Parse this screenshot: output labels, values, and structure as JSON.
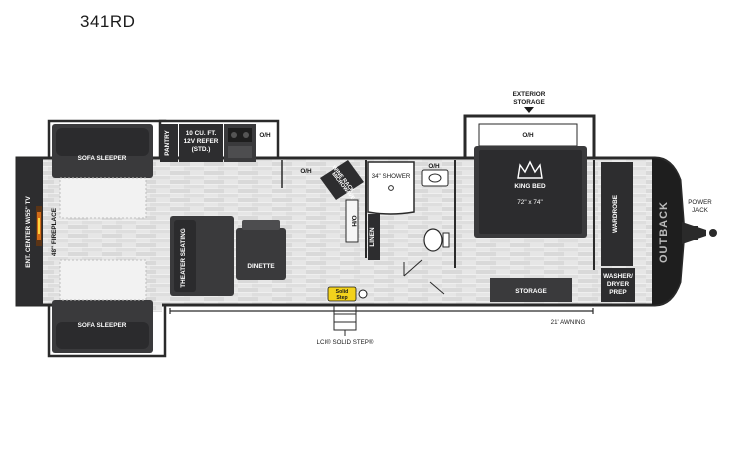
{
  "model": "341RD",
  "labels": {
    "exterior_storage_1": "EXTERIOR",
    "exterior_storage_2": "STORAGE",
    "sofa_sleeper_top": "SOFA SLEEPER",
    "sofa_sleeper_bottom": "SOFA SLEEPER",
    "pantry": "PANTRY",
    "refer_1": "10 CU. FT.",
    "refer_2": "12V REFER",
    "refer_3": "(STD.)",
    "kitchen_oh": "O/H",
    "galley_oh": "O/H",
    "wine_rack_1": "WINE RACK",
    "wine_rack_2": "MICROWAVE",
    "wine_oh": "O/H",
    "shower": "34\" SHOWER",
    "bath_oh": "O/H",
    "linen": "LINEN",
    "bedroom_oh": "O/H",
    "king_bed": "KING BED",
    "bed_size": "72\" x 74\"",
    "wardrobe": "WARDROBE",
    "power_jack_1": "POWER",
    "power_jack_2": "JACK",
    "brand": "OUTBACK",
    "washer_1": "WASHER/",
    "washer_2": "DRYER",
    "washer_3": "PREP",
    "storage": "STORAGE",
    "theater_seating": "THEATER SEATING",
    "dinette": "DINETTE",
    "ent_center": "ENT. CENTER W/55\" TV",
    "fireplace": "48\" FIREPLACE",
    "awning": "21' AWNING",
    "solid_step": "LCI® SOLID STEP®",
    "step_logo_1": "Solid",
    "step_logo_2": "Step"
  },
  "colors": {
    "furniture": "#3a3a3c",
    "wall": "#2a2a2a",
    "floor_light": "#e3e3e3",
    "floor_plank": "#d2d2d2",
    "accent_yellow": "#f3d21c"
  },
  "icons": [
    "crown-icon",
    "fireplace-flame-icon",
    "toilet-icon",
    "sink-icon",
    "stove-icon",
    "entry-step-icon",
    "step-logo-icon",
    "exterior-storage-arrow-icon"
  ]
}
